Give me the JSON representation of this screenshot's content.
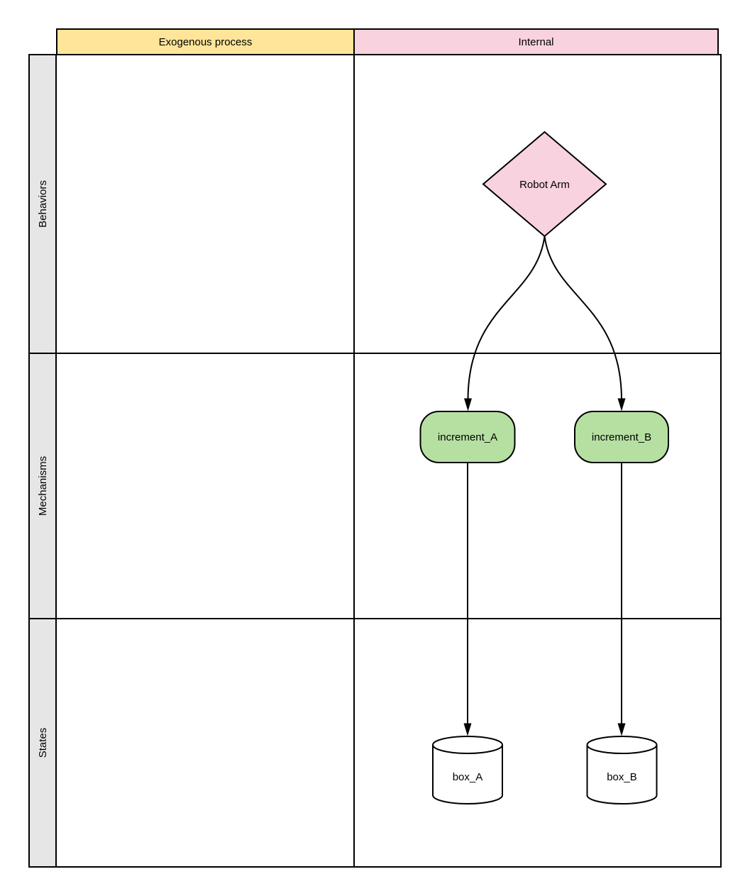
{
  "headers": {
    "exogenous": "Exogenous process",
    "internal": "Internal"
  },
  "rows": [
    {
      "label": "Behaviors"
    },
    {
      "label": "Mechanisms"
    },
    {
      "label": "States"
    }
  ],
  "nodes": {
    "robot_arm": {
      "label": "Robot Arm",
      "shape": "diamond",
      "row": "Behaviors",
      "column": "Internal"
    },
    "increment_a": {
      "label": "increment_A",
      "shape": "rounded-rect",
      "row": "Mechanisms",
      "column": "Internal"
    },
    "increment_b": {
      "label": "increment_B",
      "shape": "rounded-rect",
      "row": "Mechanisms",
      "column": "Internal"
    },
    "box_a": {
      "label": "box_A",
      "shape": "cylinder",
      "row": "States",
      "column": "Internal"
    },
    "box_b": {
      "label": "box_B",
      "shape": "cylinder",
      "row": "States",
      "column": "Internal"
    }
  },
  "edges": [
    {
      "from": "Robot Arm",
      "to": "increment_A",
      "style": "curved-arrow"
    },
    {
      "from": "Robot Arm",
      "to": "increment_B",
      "style": "curved-arrow"
    },
    {
      "from": "increment_A",
      "to": "box_A",
      "style": "straight-arrow"
    },
    {
      "from": "increment_B",
      "to": "box_B",
      "style": "straight-arrow"
    }
  ],
  "colors": {
    "header_yellow": "#ffe599",
    "header_pink": "#f8d2de",
    "node_pink": "#f8d2de",
    "node_green": "#b6e0a2",
    "row_label_gray": "#e6e6e6",
    "stroke": "#000000",
    "background": "#ffffff"
  }
}
